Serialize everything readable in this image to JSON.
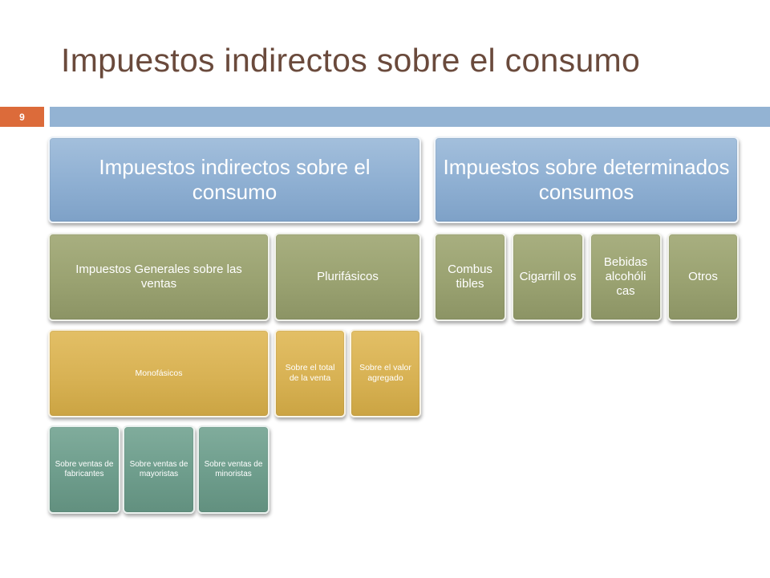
{
  "slide": {
    "title": "Impuestos indirectos sobre el consumo",
    "page_number": "9"
  },
  "diagram": {
    "left_header": "Impuestos indirectos sobre el consumo",
    "right_header": "Impuestos sobre determinados consumos",
    "general": "Impuestos Generales sobre las ventas",
    "plurifasicos": "Plurifásicos",
    "monofasicos": "Monofásicos",
    "total_venta": "Sobre el total de la venta",
    "valor_agregado": "Sobre el valor agregado",
    "fabricantes": "Sobre ventas de fabricantes",
    "mayoristas": "Sobre ventas de mayoristas",
    "minoristas": "Sobre ventas de minoristas",
    "combustibles": "Combus tibles",
    "cigarrillos": "Cigarrill os",
    "bebidas": "Bebidas alcohóli cas",
    "otros": "Otros"
  },
  "colors": {
    "title": "#6a4a3c",
    "page_badge": "#dc6b3a",
    "top_bar": "#93b3d3",
    "header_blue": "#8eafd2",
    "olive": "#9aa271",
    "gold": "#d8b254",
    "teal": "#6e9d8c"
  }
}
